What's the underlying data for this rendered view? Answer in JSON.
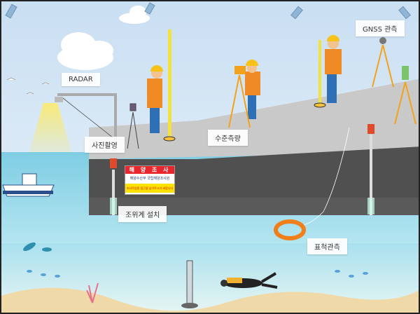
{
  "labels": {
    "radar": "RADAR",
    "photo": "사진촬영",
    "leveling": "수준측량",
    "gnss": "GNSS 관측",
    "tide_gauge": "조위계 설치",
    "staff": "표척관측"
  },
  "sign": {
    "title": "해 양 조 사",
    "org": "해양수산부 국립해양조사원",
    "warning": "조사작업중 접근을 삼가주시기 바랍니다"
  },
  "colors": {
    "sky": "#cfe3f3",
    "sea": "#8fd3e6",
    "deep_sea": "#bfe9f2",
    "concrete": "#c9c9c9",
    "wall": "#505050",
    "sign_red": "#e8262c",
    "vest": "#f08a24"
  }
}
